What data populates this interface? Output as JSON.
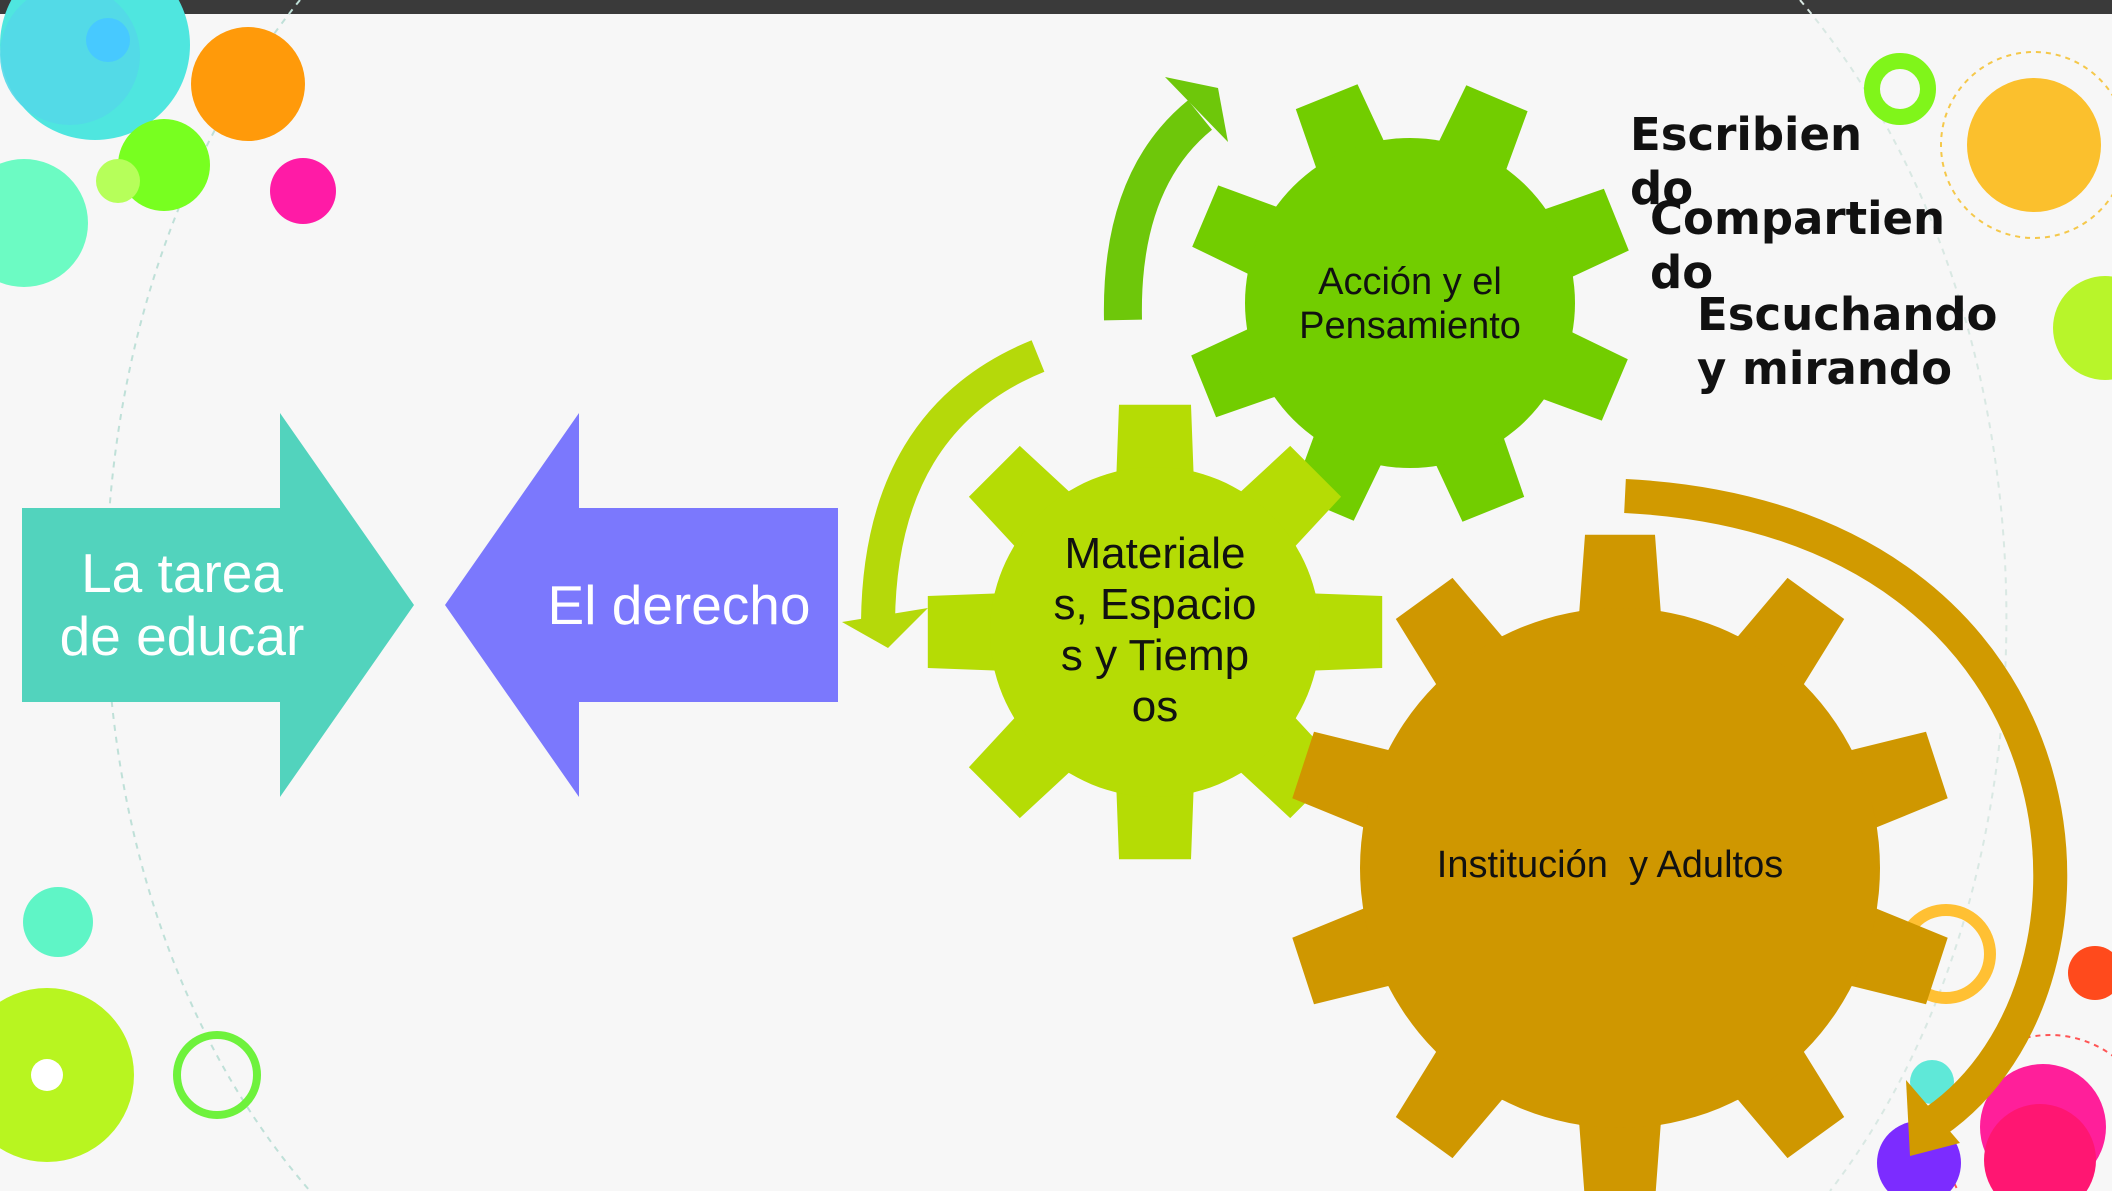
{
  "diagram": {
    "arrow_left": {
      "text": "La tarea de educar",
      "color": "#52d3bd"
    },
    "arrow_right": {
      "text": "El derecho",
      "color": "#7b78fd"
    },
    "gears": [
      {
        "id": "accion",
        "text": "Acción y el Pensamiento",
        "color": "#72cd00"
      },
      {
        "id": "materiales",
        "text": "Materiales, Espacios y Tiempos",
        "color": "#b5dc05"
      },
      {
        "id": "institucion",
        "text": "Institución  y Adultos",
        "color": "#cf9700"
      }
    ],
    "side_words": [
      "Escribiendo",
      "Compartiendo",
      "Escuchando y mirando"
    ],
    "colors": {
      "arrow_top": "#6ec70a",
      "arrow_mid": "#b5d90a",
      "arrow_big": "#d19a00",
      "top_bar": "#3a3a3a"
    }
  }
}
